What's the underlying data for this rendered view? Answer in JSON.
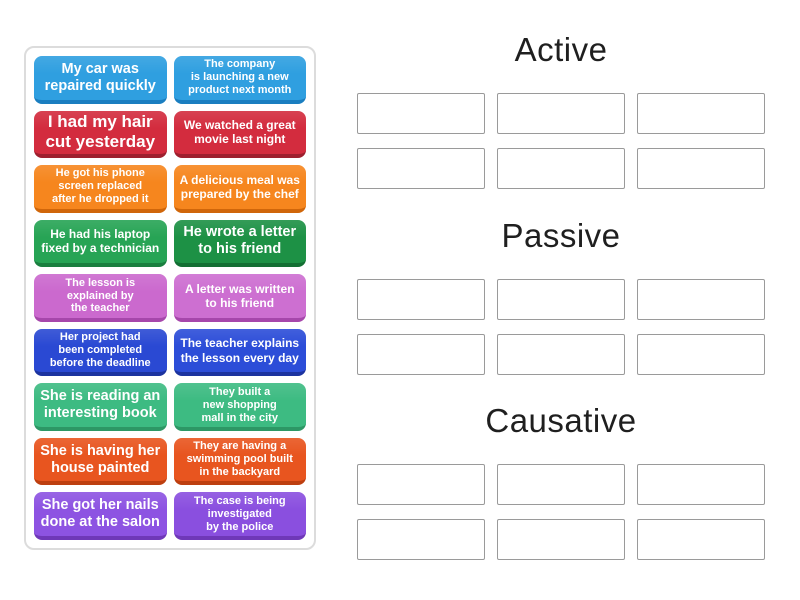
{
  "panel": {
    "cards": [
      {
        "text": "My car was\nrepaired quickly",
        "color": "#2f9fe0",
        "edge": "#1a7ec0",
        "size": "lg"
      },
      {
        "text": "The company\nis launching a new\nproduct next month",
        "color": "#2f9fe0",
        "edge": "#1a7ec0",
        "size": "sm"
      },
      {
        "text": "I had my hair\ncut yesterday",
        "color": "#d32c3e",
        "edge": "#9e1f2e",
        "size": "xl"
      },
      {
        "text": "We watched a great\nmovie last night",
        "color": "#d32c3e",
        "edge": "#9e1f2e",
        "size": "md"
      },
      {
        "text": "He got his phone\nscreen replaced\nafter he dropped it",
        "color": "#f6861e",
        "edge": "#d0660a",
        "size": "sm"
      },
      {
        "text": "A delicious meal was\nprepared by the chef",
        "color": "#f6861e",
        "edge": "#d0660a",
        "size": "md"
      },
      {
        "text": "He had his laptop\nfixed by a technician",
        "color": "#27a455",
        "edge": "#1a7f3f",
        "size": "md"
      },
      {
        "text": "He wrote a letter\nto his friend",
        "color": "#1d9145",
        "edge": "#136f33",
        "size": "lg"
      },
      {
        "text": "The lesson is\nexplained by\nthe teacher",
        "color": "#cb69ce",
        "edge": "#a647ab",
        "size": "sm"
      },
      {
        "text": "A letter was written\nto his friend",
        "color": "#cd6fd1",
        "edge": "#a647ab",
        "size": "md"
      },
      {
        "text": "Her project had\nbeen completed\nbefore the deadline",
        "color": "#2a49d3",
        "edge": "#1c339f",
        "size": "sm"
      },
      {
        "text": "The teacher explains\nthe lesson every day",
        "color": "#2c4dd8",
        "edge": "#1c339f",
        "size": "md"
      },
      {
        "text": "She is reading an\ninteresting book",
        "color": "#3dbb82",
        "edge": "#2d9765",
        "size": "lg"
      },
      {
        "text": "They built a\nnew shopping\nmall in the city",
        "color": "#3dbb82",
        "edge": "#2d9765",
        "size": "sm"
      },
      {
        "text": "She is having her\nhouse painted",
        "color": "#e8551f",
        "edge": "#bd3f10",
        "size": "lg"
      },
      {
        "text": "They are having a\nswimming pool built\nin the backyard",
        "color": "#e8551f",
        "edge": "#bd3f10",
        "size": "sm"
      },
      {
        "text": "She got her nails\ndone at the salon",
        "color": "#8d53e2",
        "edge": "#6f38b8",
        "size": "lg"
      },
      {
        "text": "The case is being\ninvestigated\nby the police",
        "color": "#8a4fdf",
        "edge": "#6f38b8",
        "size": "sm"
      }
    ]
  },
  "groups": [
    {
      "id": "active",
      "label": "Active",
      "slot_count": 6
    },
    {
      "id": "passive",
      "label": "Passive",
      "slot_count": 6
    },
    {
      "id": "causative",
      "label": "Causative",
      "slot_count": 6
    }
  ],
  "colors": {
    "title_text": "#1f1f1f",
    "slot_border": "#9a9a9a",
    "panel_border": "#dcdcdc",
    "page_background": "#ffffff"
  }
}
